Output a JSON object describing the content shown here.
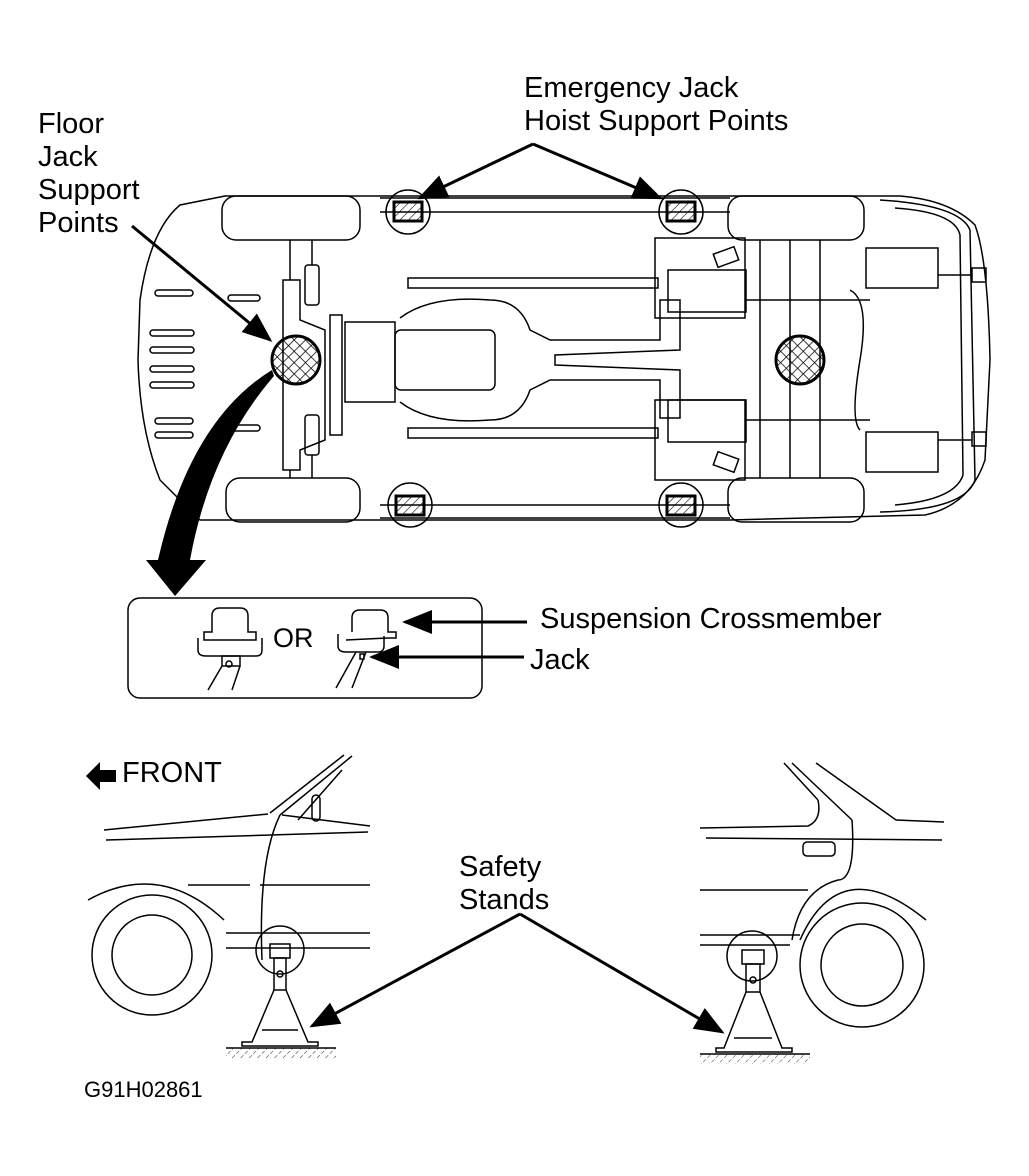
{
  "figure": {
    "code": "G91H02861",
    "colors": {
      "ink": "#000000",
      "background": "#ffffff"
    }
  },
  "labels": {
    "floor_jack": [
      "Floor",
      "Jack",
      "Support",
      "Points"
    ],
    "emergency_jack": [
      "Emergency Jack",
      "Hoist Support Points"
    ],
    "suspension_crossmember": "Suspension Crossmember",
    "jack": "Jack",
    "or": "OR",
    "front": "FRONT",
    "safety_stands": [
      "Safety",
      "Stands"
    ]
  },
  "icons": {
    "front_arrow": "left-arrow-icon"
  }
}
